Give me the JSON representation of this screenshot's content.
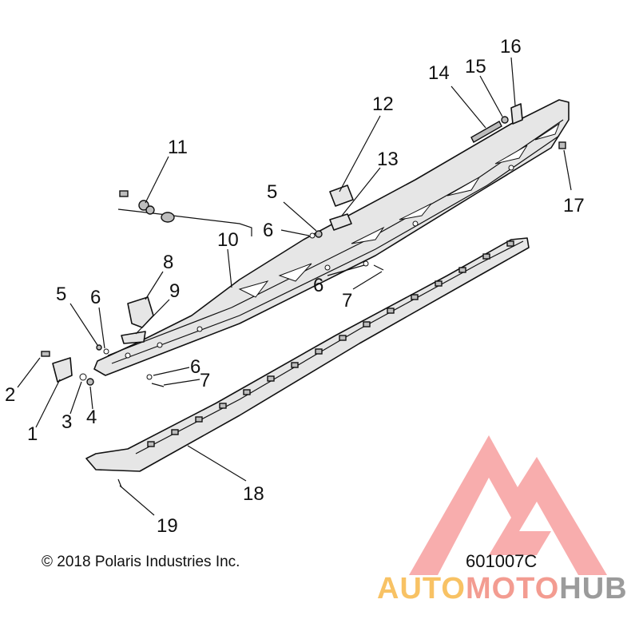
{
  "callouts": [
    {
      "id": "1",
      "label": "1"
    },
    {
      "id": "2",
      "label": "2"
    },
    {
      "id": "3",
      "label": "3"
    },
    {
      "id": "4",
      "label": "4"
    },
    {
      "id": "5a",
      "label": "5"
    },
    {
      "id": "6a",
      "label": "6"
    },
    {
      "id": "5b",
      "label": "5"
    },
    {
      "id": "6b",
      "label": "6"
    },
    {
      "id": "6c",
      "label": "6"
    },
    {
      "id": "6d",
      "label": "6"
    },
    {
      "id": "7a",
      "label": "7"
    },
    {
      "id": "7b",
      "label": "7"
    },
    {
      "id": "8",
      "label": "8"
    },
    {
      "id": "9",
      "label": "9"
    },
    {
      "id": "10",
      "label": "10"
    },
    {
      "id": "11",
      "label": "11"
    },
    {
      "id": "12",
      "label": "12"
    },
    {
      "id": "13",
      "label": "13"
    },
    {
      "id": "14",
      "label": "14"
    },
    {
      "id": "15",
      "label": "15"
    },
    {
      "id": "16",
      "label": "16"
    },
    {
      "id": "17",
      "label": "17"
    },
    {
      "id": "18",
      "label": "18"
    },
    {
      "id": "19",
      "label": "19"
    }
  ],
  "copyright": "© 2018 Polaris Industries Inc.",
  "doc_number": "601007C",
  "watermark": {
    "part1": "AUTO",
    "part2": "MOTO",
    "part3": "HUB",
    "color1": "#f7b84a",
    "color2": "#f28b7e",
    "color3": "#8a8a8a",
    "logo_color": "#f26a6a"
  }
}
